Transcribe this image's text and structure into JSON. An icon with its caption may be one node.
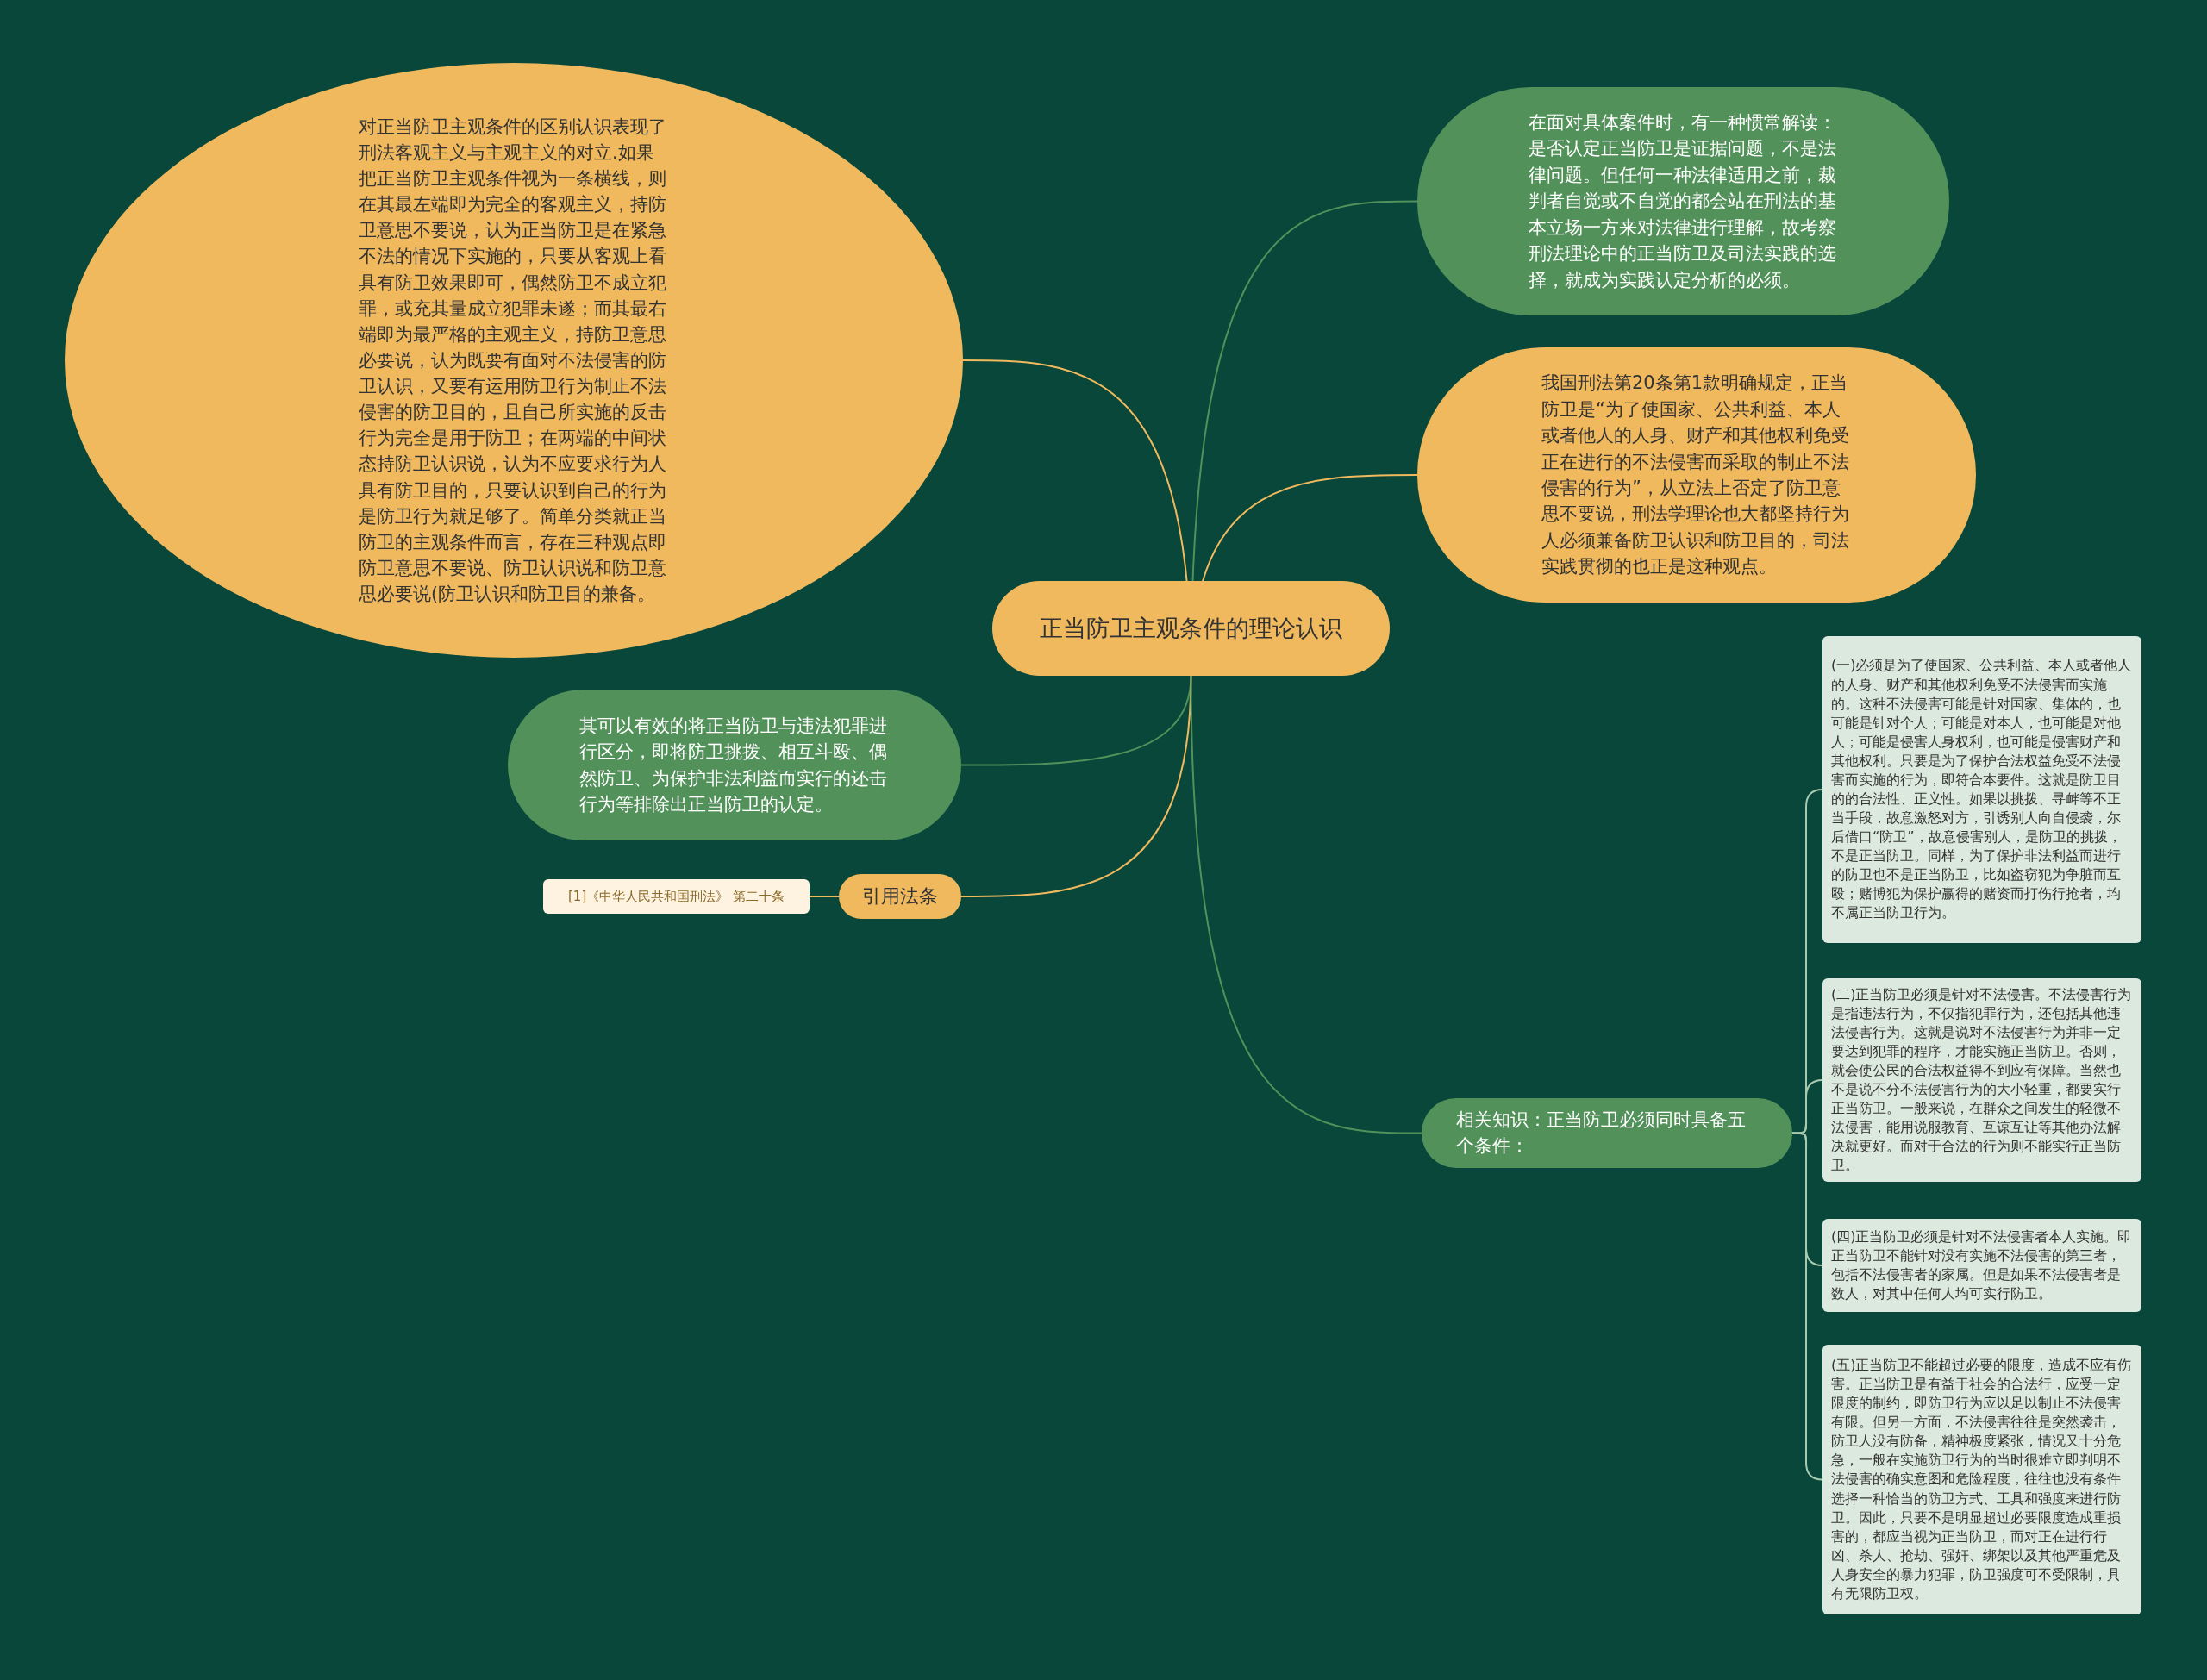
{
  "diagram": {
    "nodes": [
      {
        "text": [
          "正当防卫主观条件的理论认识"
        ]
      },
      {
        "text": [
          "对正当防卫主观条件的区别认识表现了刑法客观主义与主观主义的对立.如果把正当防卫主观条件视为一条横线，则在其最左端即为完全的客观主义，持防卫意思不要说，认为正当防卫是在紧急不法的情况下实施的，只要从客观上看具有防卫效果即可，偶然防卫不成立犯罪，或充其量成立犯罪未遂；而其最右端即为最严格的主观主义，持防卫意思必要说，认为既要有面对不法侵害的防卫认识，又要有运用防卫行为制止不法侵害的防卫目的，且自己所实施的反击行为完全是用于防卫；在两端的中间状态持防卫认识说，认为不应要求行为人具有防卫目的，只要认识到自己的行为是防卫行为就足够了。简单分类就正当防卫的主观条件而言，存在三种观点即防卫意思不要说、防卫认识说和防卫意思必要说(防卫认识和防卫目的兼备。"
        ]
      },
      {
        "text": [
          "在面对具体案件时，有一种惯常解读：是否认定正当防卫是证据问题，不是法律问题。但任何一种法律适用之前，裁判者自觉或不自觉的都会站在刑法的基本立场一方来对法律进行理解，故考察刑法理论中的正当防卫及司法实践的选择，就成为实践认定分析的必须。"
        ]
      },
      {
        "text": [
          "我国刑法第20条第1款明确规定，正当防卫是“为了使国家、公共利益、本人或者他人的人身、财产和其他权利免受正在进行的不法侵害而采取的制止不法侵害的行为”，从立法上否定了防卫意思不要说，刑法学理论也大都坚持行为人必须兼备防卫认识和防卫目的，司法实践贯彻的也正是这种观点。"
        ]
      },
      {
        "text": [
          "其可以有效的将正当防卫与违法犯罪进行区分，即将防卫挑拨、相互斗殴、偶然防卫、为保护非法利益而实行的还击行为等排除出正当防卫的认定。"
        ]
      },
      {
        "text": [
          "引用法条"
        ]
      },
      {
        "text": [
          "[1]《中华人民共和国刑法》 第二十条"
        ]
      },
      {
        "text": [
          "相关知识：正当防卫必须同时具备五个条件："
        ]
      },
      {
        "text": [
          "(一)必须是为了使国家、公共利益、本人或者他人的人身、财产和其他权利免受不法侵害而实施的。这种不法侵害可能是针对国家、集体的，也可能是针对个人；可能是对本人，也可能是对他人；可能是侵害人身权利，也可能是侵害财产和其他权利。只要是为了保护合法权益免受不法侵害而实施的行为，即符合本要件。这就是防卫目的的合法性、正义性。如果以挑拨、寻衅等不正当手段，故意激怒对方，引诱别人向自侵袭，尔后借口“防卫”，故意侵害别人，是防卫的挑拨，不是正当防卫。同样，为了保护非法利益而进行的防卫也不是正当防卫，比如盗窃犯为争脏而互殴；赌博犯为保护赢得的赌资而打伤行抢者，均不属正当防卫行为。"
        ]
      },
      {
        "text": [
          "(二)正当防卫必须是针对不法侵害。不法侵害行为是指违法行为，不仅指犯罪行为，还包括其他违法侵害行为。这就是说对不法侵害行为并非一定要达到犯罪的程序，才能实施正当防卫。否则，就会使公民的合法权益得不到应有保障。当然也不是说不分不法侵害行为的大小轻重，都要实行正当防卫。一般来说，在群众之间发生的轻微不法侵害，能用说服教育、互谅互让等其他办法解决就更好。而对于合法的行为则不能实行正当防卫。"
        ]
      },
      {
        "text": [
          "(四)正当防卫必须是针对不法侵害者本人实施。即正当防卫不能针对没有实施不法侵害的第三者，包括不法侵害者的家属。但是如果不法侵害者是数人，对其中任何人均可实行防卫。"
        ]
      },
      {
        "text": [
          "(五)正当防卫不能超过必要的限度，造成不应有伤害。正当防卫是有益于社会的合法行，应受一定限度的制约，即防卫行为应以足以制止不法侵害有限。但另一方面，不法侵害往往是突然袭击，防卫人没有防备，精神极度紧张，情况又十分危急，一般在实施防卫行为的当时很难立即判明不法侵害的确实意图和危险程度，往往也没有条件选择一种恰当的防卫方式、工具和强度来进行防卫。因此，只要不是明显超过必要限度造成重损害的，都应当视为正当防卫，而对正在进行行凶、杀人、抢劫、强奸、绑架以及其他严重危及人身安全的暴力犯罪，防卫强度可不受限制，具有无限防卫权。"
        ]
      }
    ],
    "edges": [
      {
        "from": 0,
        "to": 1,
        "arrow": "none",
        "color": "#f0b95e"
      },
      {
        "from": 0,
        "to": 2,
        "arrow": "none",
        "color": "#52915a"
      },
      {
        "from": 0,
        "to": 3,
        "arrow": "none",
        "color": "#f0b95e"
      },
      {
        "from": 0,
        "to": 4,
        "arrow": "none",
        "color": "#52915a"
      },
      {
        "from": 0,
        "to": 5,
        "arrow": "none",
        "color": "#f0b95e"
      },
      {
        "from": 0,
        "to": 7,
        "arrow": "none",
        "color": "#52915a"
      },
      {
        "from": 5,
        "to": 6,
        "arrow": "none",
        "color": "#f0b95e"
      },
      {
        "from": 7,
        "to": 8,
        "arrow": "none",
        "color": "#a9c9ae"
      },
      {
        "from": 7,
        "to": 9,
        "arrow": "none",
        "color": "#a9c9ae"
      },
      {
        "from": 7,
        "to": 10,
        "arrow": "none",
        "color": "#a9c9ae"
      },
      {
        "from": 7,
        "to": 11,
        "arrow": "none",
        "color": "#a9c9ae"
      }
    ]
  }
}
